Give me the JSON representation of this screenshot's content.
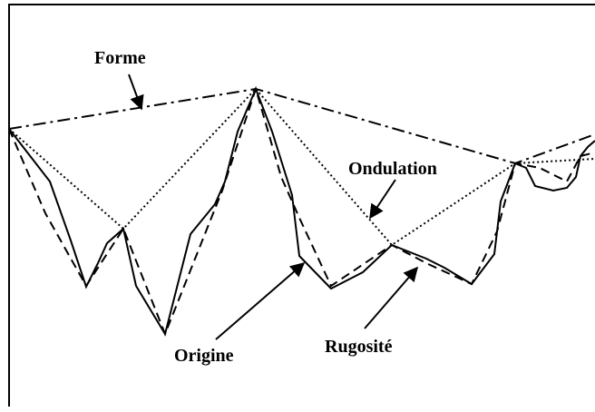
{
  "labels": {
    "forme": "Forme",
    "ondulation": "Ondulation",
    "origine": "Origine",
    "rugosite": "Rugosité"
  },
  "colors": {
    "stroke": "#000000",
    "background": "#ffffff"
  }
}
